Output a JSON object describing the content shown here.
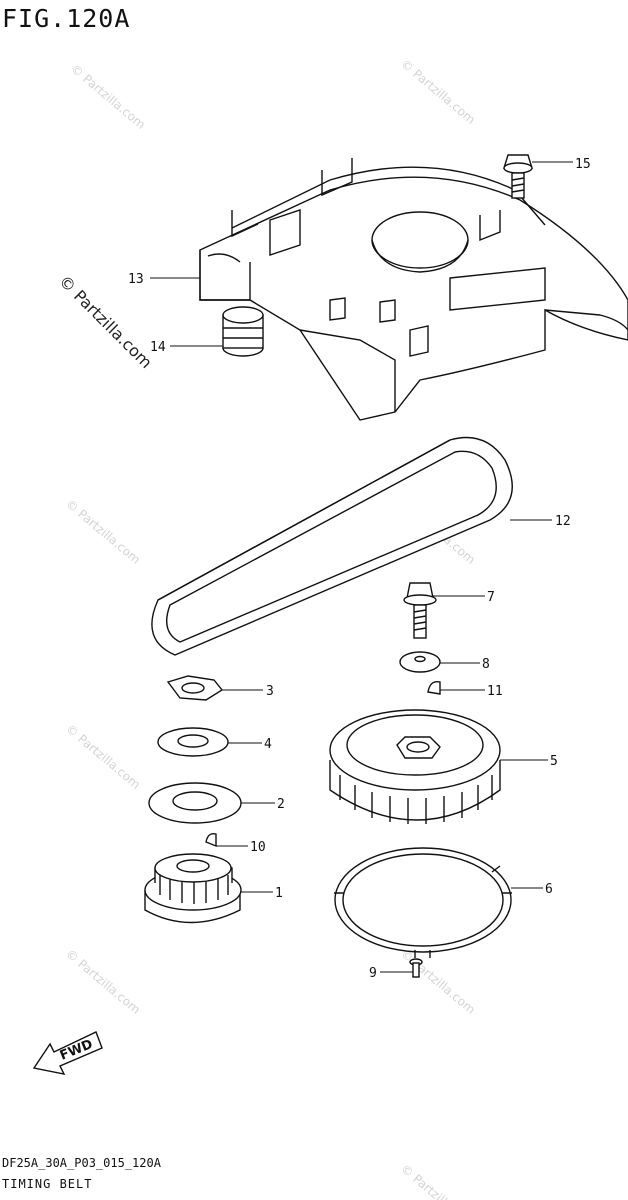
{
  "header": {
    "figure": "FIG.120A"
  },
  "footer": {
    "code": "DF25A_30A_P03_015_120A",
    "caption": "TIMING BELT"
  },
  "watermark": {
    "text": "© Partzilla.com"
  },
  "direction": {
    "label": "FWD"
  },
  "callouts": {
    "c1": "1",
    "c2": "2",
    "c3": "3",
    "c4": "4",
    "c5": "5",
    "c6": "6",
    "c7": "7",
    "c8": "8",
    "c9": "9",
    "c10": "10",
    "c11": "11",
    "c12": "12",
    "c13": "13",
    "c14": "14",
    "c15": "15"
  }
}
